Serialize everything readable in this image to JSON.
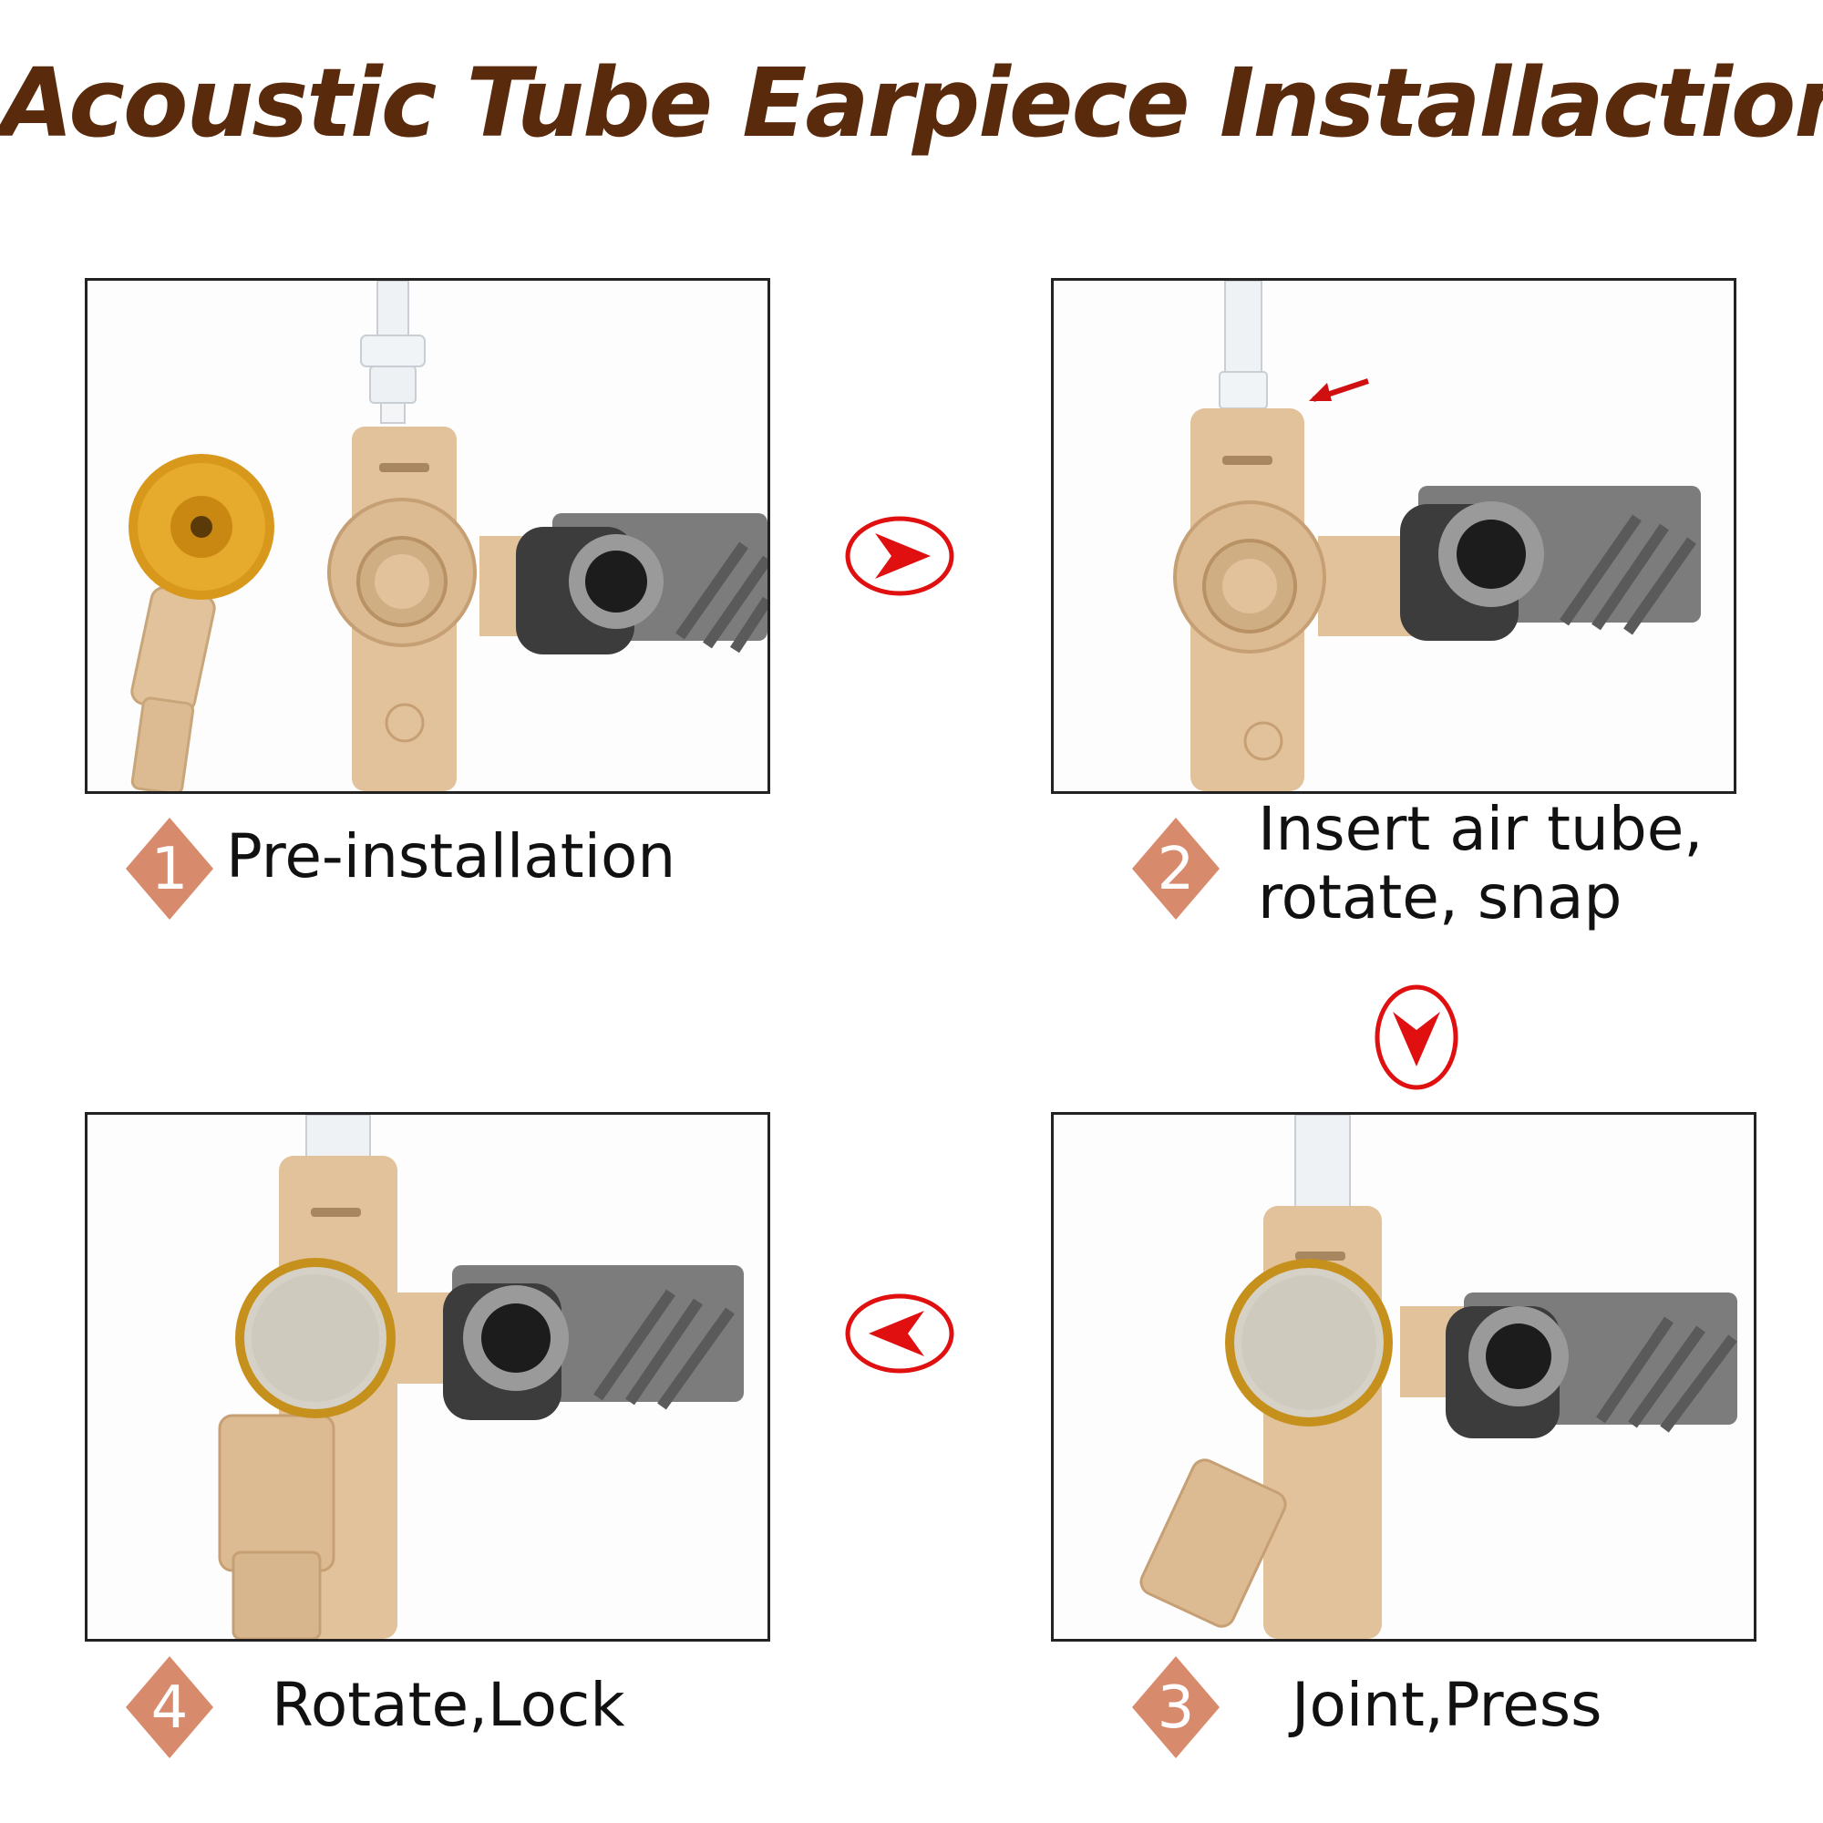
{
  "title": "Acoustic Tube Earpiece Installaction",
  "steps": [
    {
      "number": "1",
      "label": "Pre-installation"
    },
    {
      "number": "2",
      "label_line1": "Insert air tube,",
      "label_line2": "rotate, snap"
    },
    {
      "number": "3",
      "label": "Joint,Press"
    },
    {
      "number": "4",
      "label": "Rotate,Lock"
    }
  ],
  "arrows": [
    "arrow-right-icon",
    "arrow-down-icon",
    "arrow-left-icon"
  ],
  "colors": {
    "title": "#5a2a0c",
    "badge": "#d88a6c",
    "arrow": "#e01010",
    "skin": "#e2c29b",
    "clip": "#6e6e6e",
    "gold": "#d89a1a"
  }
}
